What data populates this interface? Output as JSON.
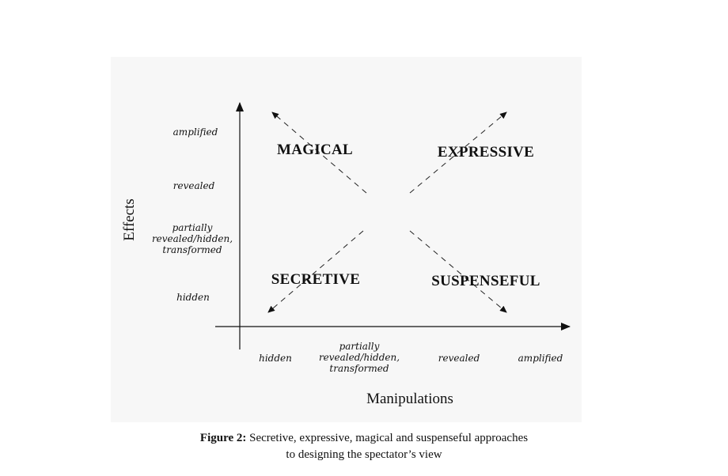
{
  "diagram": {
    "y_axis": {
      "title": "Effects",
      "ticks": [
        "amplified",
        "revealed",
        "partially revealed/hidden, transformed",
        "hidden"
      ]
    },
    "x_axis": {
      "title": "Manipulations",
      "ticks": [
        "hidden",
        "partially revealed/hidden, transformed",
        "revealed",
        "amplified"
      ]
    },
    "quadrants": {
      "top_left": "MAGICAL",
      "top_right": "EXPRESSIVE",
      "bottom_left": "SECRETIVE",
      "bottom_right": "SUSPENSEFUL"
    }
  },
  "caption": {
    "label": "Figure 2:",
    "line1": " Secretive, expressive, magical and suspenseful approaches",
    "line2": "to designing the spectator’s view"
  }
}
